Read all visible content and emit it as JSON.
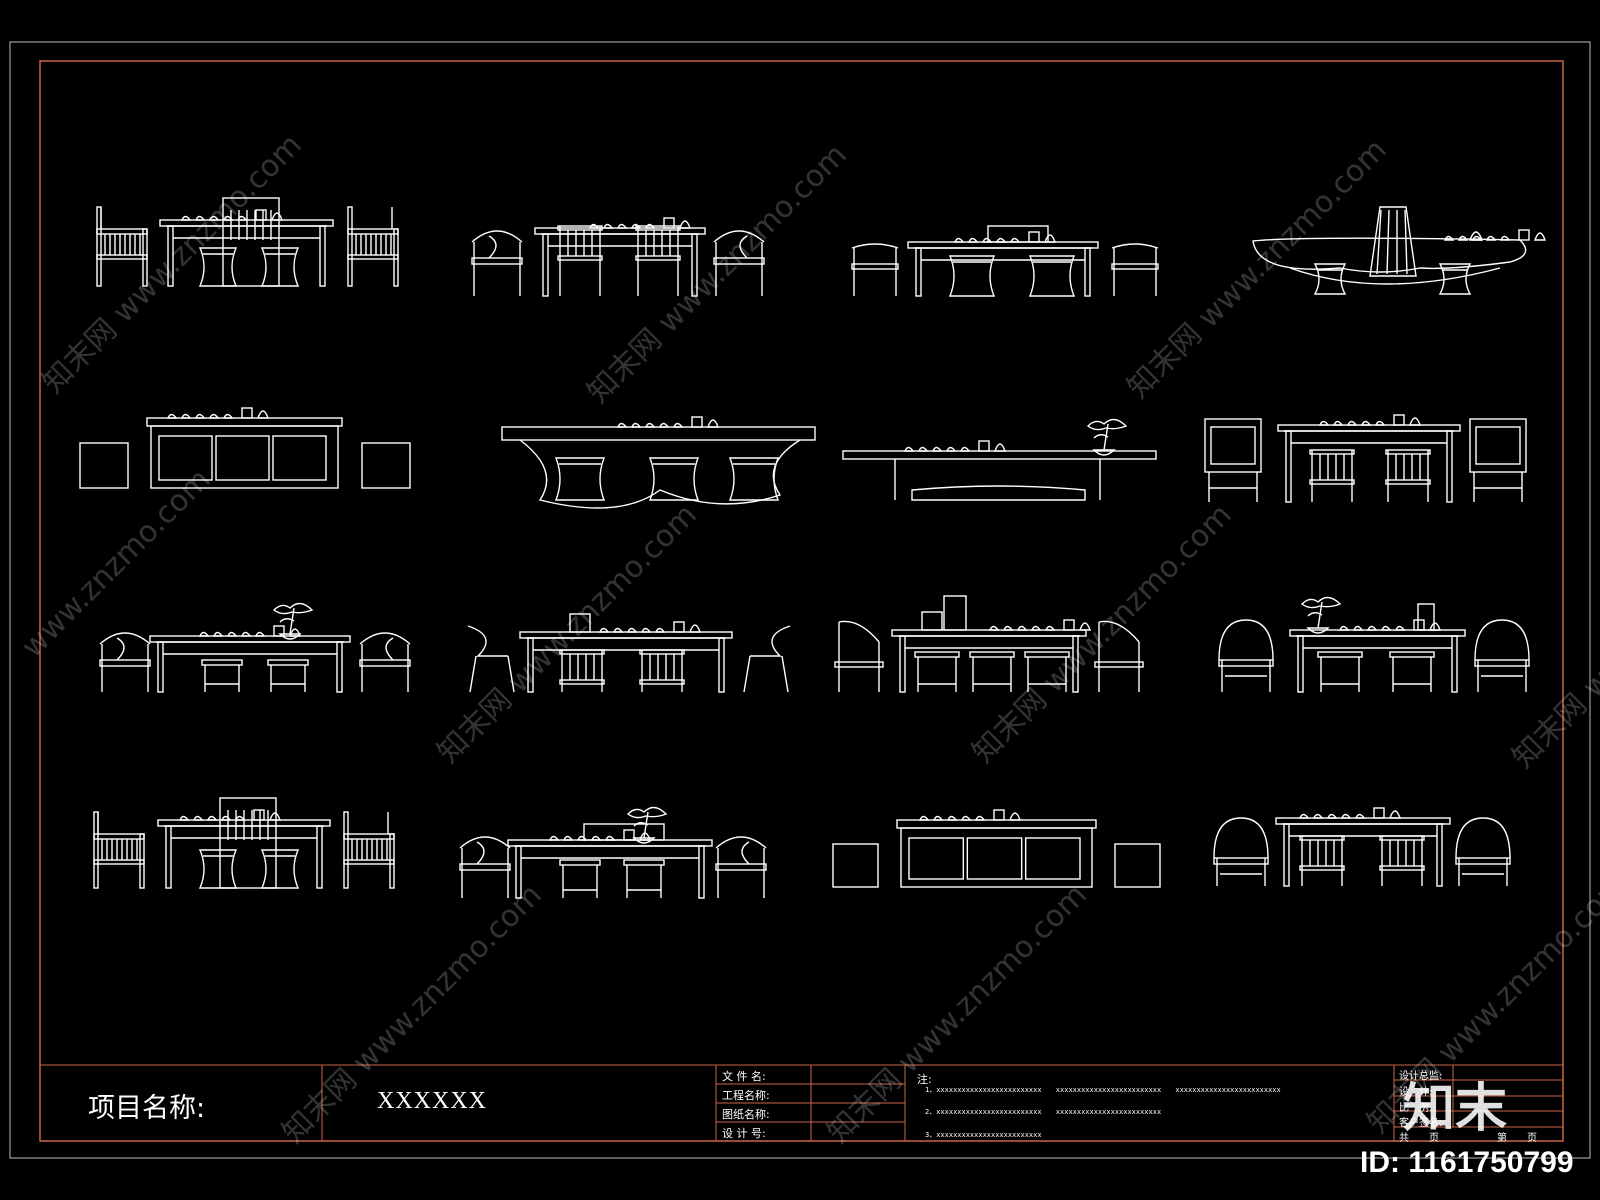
{
  "title_block": {
    "project_label": "项目名称:",
    "project_value": "XXXXXX",
    "fields": [
      {
        "label": "文 件 名:"
      },
      {
        "label": "工程名称:"
      },
      {
        "label": "图纸名称:"
      },
      {
        "label": "设 计 号:"
      }
    ],
    "notes": {
      "heading": "注:",
      "lines": [
        {
          "prefix": "1、",
          "items": [
            "xxxxxxxxxxxxxxxxxxxxxxxxx",
            "xxxxxxxxxxxxxxxxxxxxxxxxx",
            "xxxxxxxxxxxxxxxxxxxxxxxxx"
          ]
        },
        {
          "prefix": "2、",
          "items": [
            "xxxxxxxxxxxxxxxxxxxxxxxxx",
            "xxxxxxxxxxxxxxxxxxxxxxxxx"
          ]
        },
        {
          "prefix": "3、",
          "items": [
            "xxxxxxxxxxxxxxxxxxxxxxxxx"
          ]
        }
      ]
    },
    "right_fields": [
      "设计总监:",
      "设　计:",
      "比　例:",
      "客户签名:"
    ],
    "page_count": {
      "total": "共　　页",
      "current": "第　　页"
    }
  },
  "watermark": {
    "site": "www.znzmo.com",
    "brand": "知末网",
    "logo": "知末",
    "id_label": "ID: 1161750799"
  },
  "colors": {
    "background": "#000000",
    "line": "#ffffff",
    "frame_inner": "#c8664a",
    "frame_outer": "#bdbdbd"
  },
  "furniture_sets": [
    {
      "name": "set-r1-c1",
      "table": "long",
      "chairs": "slat-armchair",
      "stools": "drum",
      "props": "teaset"
    },
    {
      "name": "set-r1-c2",
      "table": "long",
      "chairs": "round-back",
      "stools": "slat-back",
      "props": "teaset"
    },
    {
      "name": "set-r1-c3",
      "table": "long",
      "chairs": "low-armchair",
      "stools": "barrel",
      "props": "teaset"
    },
    {
      "name": "set-r1-c4",
      "table": "root-carved",
      "chairs": "none",
      "stools": "drum",
      "props": "vase"
    },
    {
      "name": "set-r2-c1",
      "table": "cabinet",
      "chairs": "none",
      "stools": "cube",
      "props": "teaset"
    },
    {
      "name": "set-r2-c2",
      "table": "organic-slab",
      "chairs": "none",
      "stools": "drum",
      "props": "teaset"
    },
    {
      "name": "set-r2-c3",
      "table": "low-slab",
      "chairs": "none",
      "stools": "cushion",
      "props": "bonsai"
    },
    {
      "name": "set-r2-c4",
      "table": "long",
      "chairs": "box-armchair",
      "stools": "slat-back",
      "props": "teaset"
    },
    {
      "name": "set-r3-c1",
      "table": "long",
      "chairs": "round-back",
      "stools": "square",
      "props": "bonsai"
    },
    {
      "name": "set-r3-c2",
      "table": "long",
      "chairs": "swoop",
      "stools": "slat-back",
      "props": "teaset"
    },
    {
      "name": "set-r3-c3",
      "table": "long",
      "chairs": "tall-armchair",
      "stools": "square",
      "props": "jars"
    },
    {
      "name": "set-r3-c4",
      "table": "long",
      "chairs": "hoop-armchair",
      "stools": "square",
      "props": "bonsai"
    },
    {
      "name": "set-r4-c1",
      "table": "long",
      "chairs": "slat-armchair",
      "stools": "drum",
      "props": "teaset"
    },
    {
      "name": "set-r4-c2",
      "table": "long",
      "chairs": "round-back",
      "stools": "square",
      "props": "bonsai"
    },
    {
      "name": "set-r4-c3",
      "table": "cabinet",
      "chairs": "none",
      "stools": "cube",
      "props": "teaset"
    },
    {
      "name": "set-r4-c4",
      "table": "long",
      "chairs": "hoop-armchair",
      "stools": "slat-back",
      "props": "teaset"
    }
  ]
}
